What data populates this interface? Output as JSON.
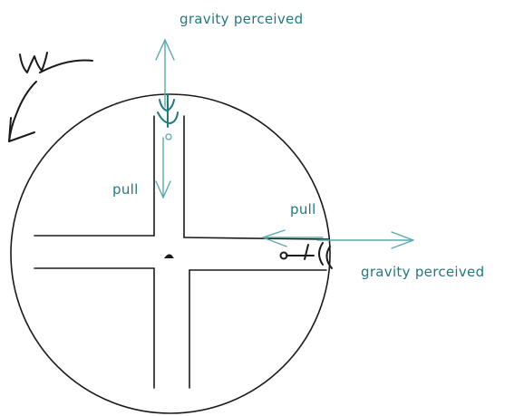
{
  "labels": {
    "gravity_top": "gravity perceived",
    "gravity_right": "gravity perceived",
    "pull_left": "pull",
    "pull_right": "pull"
  },
  "handwritten_mark": "w",
  "colors": {
    "ink": "#1a1a1a",
    "annotation": "#1f7a82",
    "arrow": "#5aa9ae"
  }
}
